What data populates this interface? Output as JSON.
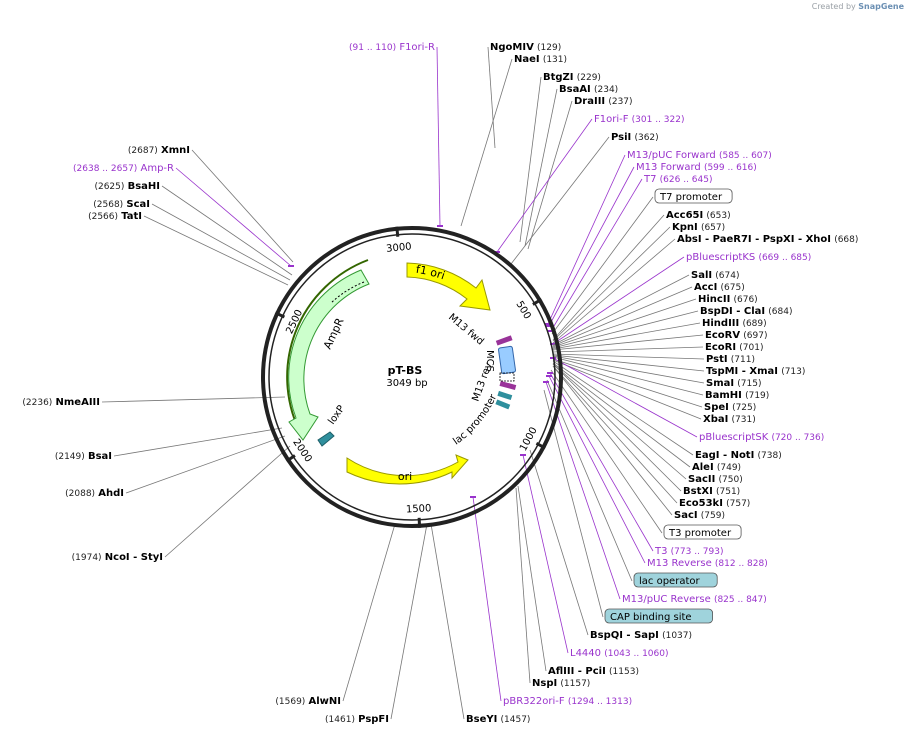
{
  "credit": {
    "prefix": "Created by",
    "brand": "SnapGene"
  },
  "plasmid": {
    "name": "pT-BS",
    "size_label": "3049 bp",
    "length": 3049
  },
  "tick_labels": [
    "500",
    "1000",
    "1500",
    "2000",
    "2500",
    "3000"
  ],
  "features": [
    {
      "label": "f1 ori",
      "color": "#ffff00",
      "stroke": "#999900"
    },
    {
      "label": "ori",
      "color": "#ffff00",
      "stroke": "#999900"
    },
    {
      "label": "AmpR",
      "color": "#ccffcc",
      "stroke": "#339933"
    },
    {
      "label": "loxP",
      "color": "#2f8f9d",
      "stroke": "#1e5f68"
    },
    {
      "label": "MCS",
      "color": "#99ccff",
      "stroke": "#3366aa"
    },
    {
      "label": "M13 fwd",
      "color": "#993399"
    },
    {
      "label": "M13 rev",
      "color": "#993399"
    },
    {
      "label": "lac promoter",
      "color": "#2f8f9d"
    }
  ],
  "annotations": [
    {
      "parts": [
        "NgoMIV"
      ],
      "pos": "(129)",
      "kind": "enzyme"
    },
    {
      "parts": [
        "NaeI"
      ],
      "pos": "(131)",
      "kind": "enzyme"
    },
    {
      "parts": [
        "BtgZI"
      ],
      "pos": "(229)",
      "kind": "enzyme"
    },
    {
      "parts": [
        "BsaAI"
      ],
      "pos": "(234)",
      "kind": "enzyme"
    },
    {
      "parts": [
        "DraIII"
      ],
      "pos": "(237)",
      "kind": "enzyme"
    },
    {
      "parts": [
        "F1ori-F"
      ],
      "pos": "(301 .. 322)",
      "kind": "primer"
    },
    {
      "parts": [
        "PsiI"
      ],
      "pos": "(362)",
      "kind": "enzyme"
    },
    {
      "parts": [
        "M13/pUC Forward"
      ],
      "pos": "(585 .. 607)",
      "kind": "primer"
    },
    {
      "parts": [
        "M13 Forward"
      ],
      "pos": "(599 .. 616)",
      "kind": "primer"
    },
    {
      "parts": [
        "T7"
      ],
      "pos": "(626 .. 645)",
      "kind": "primer"
    },
    {
      "parts": [
        "T7 promoter"
      ],
      "pos": "",
      "kind": "box"
    },
    {
      "parts": [
        "Acc65I"
      ],
      "pos": "(653)",
      "kind": "enzyme"
    },
    {
      "parts": [
        "KpnI"
      ],
      "pos": "(657)",
      "kind": "enzyme"
    },
    {
      "parts": [
        "AbsI",
        "PaeR7I",
        "PspXI",
        "XhoI"
      ],
      "pos": "(668)",
      "kind": "enzyme"
    },
    {
      "parts": [
        "pBluescriptKS"
      ],
      "pos": "(669 .. 685)",
      "kind": "primer"
    },
    {
      "parts": [
        "SalI"
      ],
      "pos": "(674)",
      "kind": "enzyme"
    },
    {
      "parts": [
        "AccI"
      ],
      "pos": "(675)",
      "kind": "enzyme"
    },
    {
      "parts": [
        "HincII"
      ],
      "pos": "(676)",
      "kind": "enzyme"
    },
    {
      "parts": [
        "BspDI",
        "ClaI"
      ],
      "pos": "(684)",
      "kind": "enzyme"
    },
    {
      "parts": [
        "HindIII"
      ],
      "pos": "(689)",
      "kind": "enzyme"
    },
    {
      "parts": [
        "EcoRV"
      ],
      "pos": "(697)",
      "kind": "enzyme"
    },
    {
      "parts": [
        "EcoRI"
      ],
      "pos": "(701)",
      "kind": "enzyme"
    },
    {
      "parts": [
        "PstI"
      ],
      "pos": "(711)",
      "kind": "enzyme"
    },
    {
      "parts": [
        "TspMI",
        "XmaI"
      ],
      "pos": "(713)",
      "kind": "enzyme"
    },
    {
      "parts": [
        "SmaI"
      ],
      "pos": "(715)",
      "kind": "enzyme"
    },
    {
      "parts": [
        "BamHI"
      ],
      "pos": "(719)",
      "kind": "enzyme"
    },
    {
      "parts": [
        "SpeI"
      ],
      "pos": "(725)",
      "kind": "enzyme"
    },
    {
      "parts": [
        "XbaI"
      ],
      "pos": "(731)",
      "kind": "enzyme"
    },
    {
      "parts": [
        "pBluescriptSK"
      ],
      "pos": "(720 .. 736)",
      "kind": "primer"
    },
    {
      "parts": [
        "EagI",
        "NotI"
      ],
      "pos": "(738)",
      "kind": "enzyme"
    },
    {
      "parts": [
        "AleI"
      ],
      "pos": "(749)",
      "kind": "enzyme"
    },
    {
      "parts": [
        "SacII"
      ],
      "pos": "(750)",
      "kind": "enzyme"
    },
    {
      "parts": [
        "BstXI"
      ],
      "pos": "(751)",
      "kind": "enzyme"
    },
    {
      "parts": [
        "Eco53kI"
      ],
      "pos": "(757)",
      "kind": "enzyme"
    },
    {
      "parts": [
        "SacI"
      ],
      "pos": "(759)",
      "kind": "enzyme"
    },
    {
      "parts": [
        "T3 promoter"
      ],
      "pos": "",
      "kind": "box"
    },
    {
      "parts": [
        "T3"
      ],
      "pos": "(773 .. 793)",
      "kind": "primer"
    },
    {
      "parts": [
        "M13 Reverse"
      ],
      "pos": "(812 .. 828)",
      "kind": "primer"
    },
    {
      "parts": [
        "lac operator"
      ],
      "pos": "",
      "kind": "tealbox"
    },
    {
      "parts": [
        "M13/pUC Reverse"
      ],
      "pos": "(825 .. 847)",
      "kind": "primer"
    },
    {
      "parts": [
        "CAP binding site"
      ],
      "pos": "",
      "kind": "tealbox"
    },
    {
      "parts": [
        "BspQI",
        "SapI"
      ],
      "pos": "(1037)",
      "kind": "enzyme"
    },
    {
      "parts": [
        "L4440"
      ],
      "pos": "(1043 .. 1060)",
      "kind": "primer"
    },
    {
      "parts": [
        "AflIII",
        "PciI"
      ],
      "pos": "(1153)",
      "kind": "enzyme"
    },
    {
      "parts": [
        "NspI"
      ],
      "pos": "(1157)",
      "kind": "enzyme"
    },
    {
      "parts": [
        "pBR322ori-F"
      ],
      "pos": "(1294 .. 1313)",
      "kind": "primer"
    },
    {
      "parts": [
        "BseYI"
      ],
      "pos": "(1457)",
      "kind": "enzyme"
    },
    {
      "parts": [
        "PspFI"
      ],
      "pos": "(1461)",
      "kind": "enzyme"
    },
    {
      "parts": [
        "AlwNI"
      ],
      "pos": "(1569)",
      "kind": "enzyme"
    },
    {
      "parts": [
        "NcoI",
        "StyI"
      ],
      "pos": "(1974)",
      "kind": "enzyme"
    },
    {
      "parts": [
        "AhdI"
      ],
      "pos": "(2088)",
      "kind": "enzyme"
    },
    {
      "parts": [
        "BsaI"
      ],
      "pos": "(2149)",
      "kind": "enzyme"
    },
    {
      "parts": [
        "NmeAIII"
      ],
      "pos": "(2236)",
      "kind": "enzyme"
    },
    {
      "parts": [
        "TatI"
      ],
      "pos": "(2566)",
      "kind": "enzyme"
    },
    {
      "parts": [
        "ScaI"
      ],
      "pos": "(2568)",
      "kind": "enzyme"
    },
    {
      "parts": [
        "BsaHI"
      ],
      "pos": "(2625)",
      "kind": "enzyme"
    },
    {
      "parts": [
        "Amp-R"
      ],
      "pos": "(2638 .. 2657)",
      "kind": "primer"
    },
    {
      "parts": [
        "XmnI"
      ],
      "pos": "(2687)",
      "kind": "enzyme"
    },
    {
      "parts": [
        "F1ori-R"
      ],
      "pos": "(91 .. 110)",
      "kind": "primer"
    }
  ],
  "colors": {
    "enzyme": "#000000",
    "primer": "#9933cc",
    "position": "#222222",
    "ring": "#222222",
    "teal_box": "#9fd3dc"
  }
}
